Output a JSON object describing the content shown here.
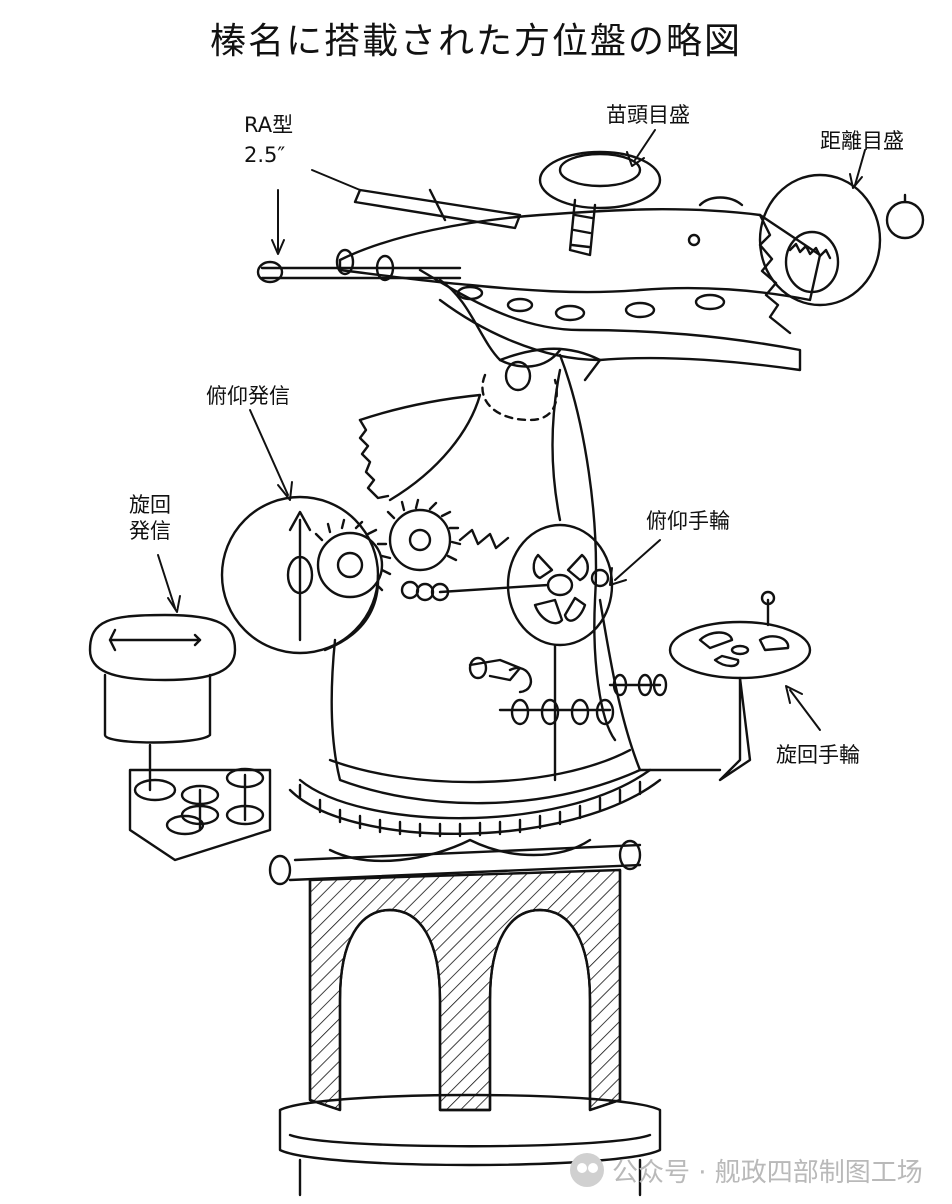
{
  "title": "榛名に搭載された方位盤の略図",
  "labels": {
    "ra_type": "RA型",
    "ra_size": "2.5″",
    "bearing_scale": "苗頭目盛",
    "range_scale": "距離目盛",
    "elevation_transmitter": "俯仰発信",
    "training_transmitter_1": "旋回",
    "training_transmitter_2": "発信",
    "elevation_handwheel": "俯仰手輪",
    "training_handwheel": "旋回手輪"
  },
  "watermark": {
    "icon": "wechat-icon",
    "text": "公众号 · 舰政四部制图工场"
  }
}
